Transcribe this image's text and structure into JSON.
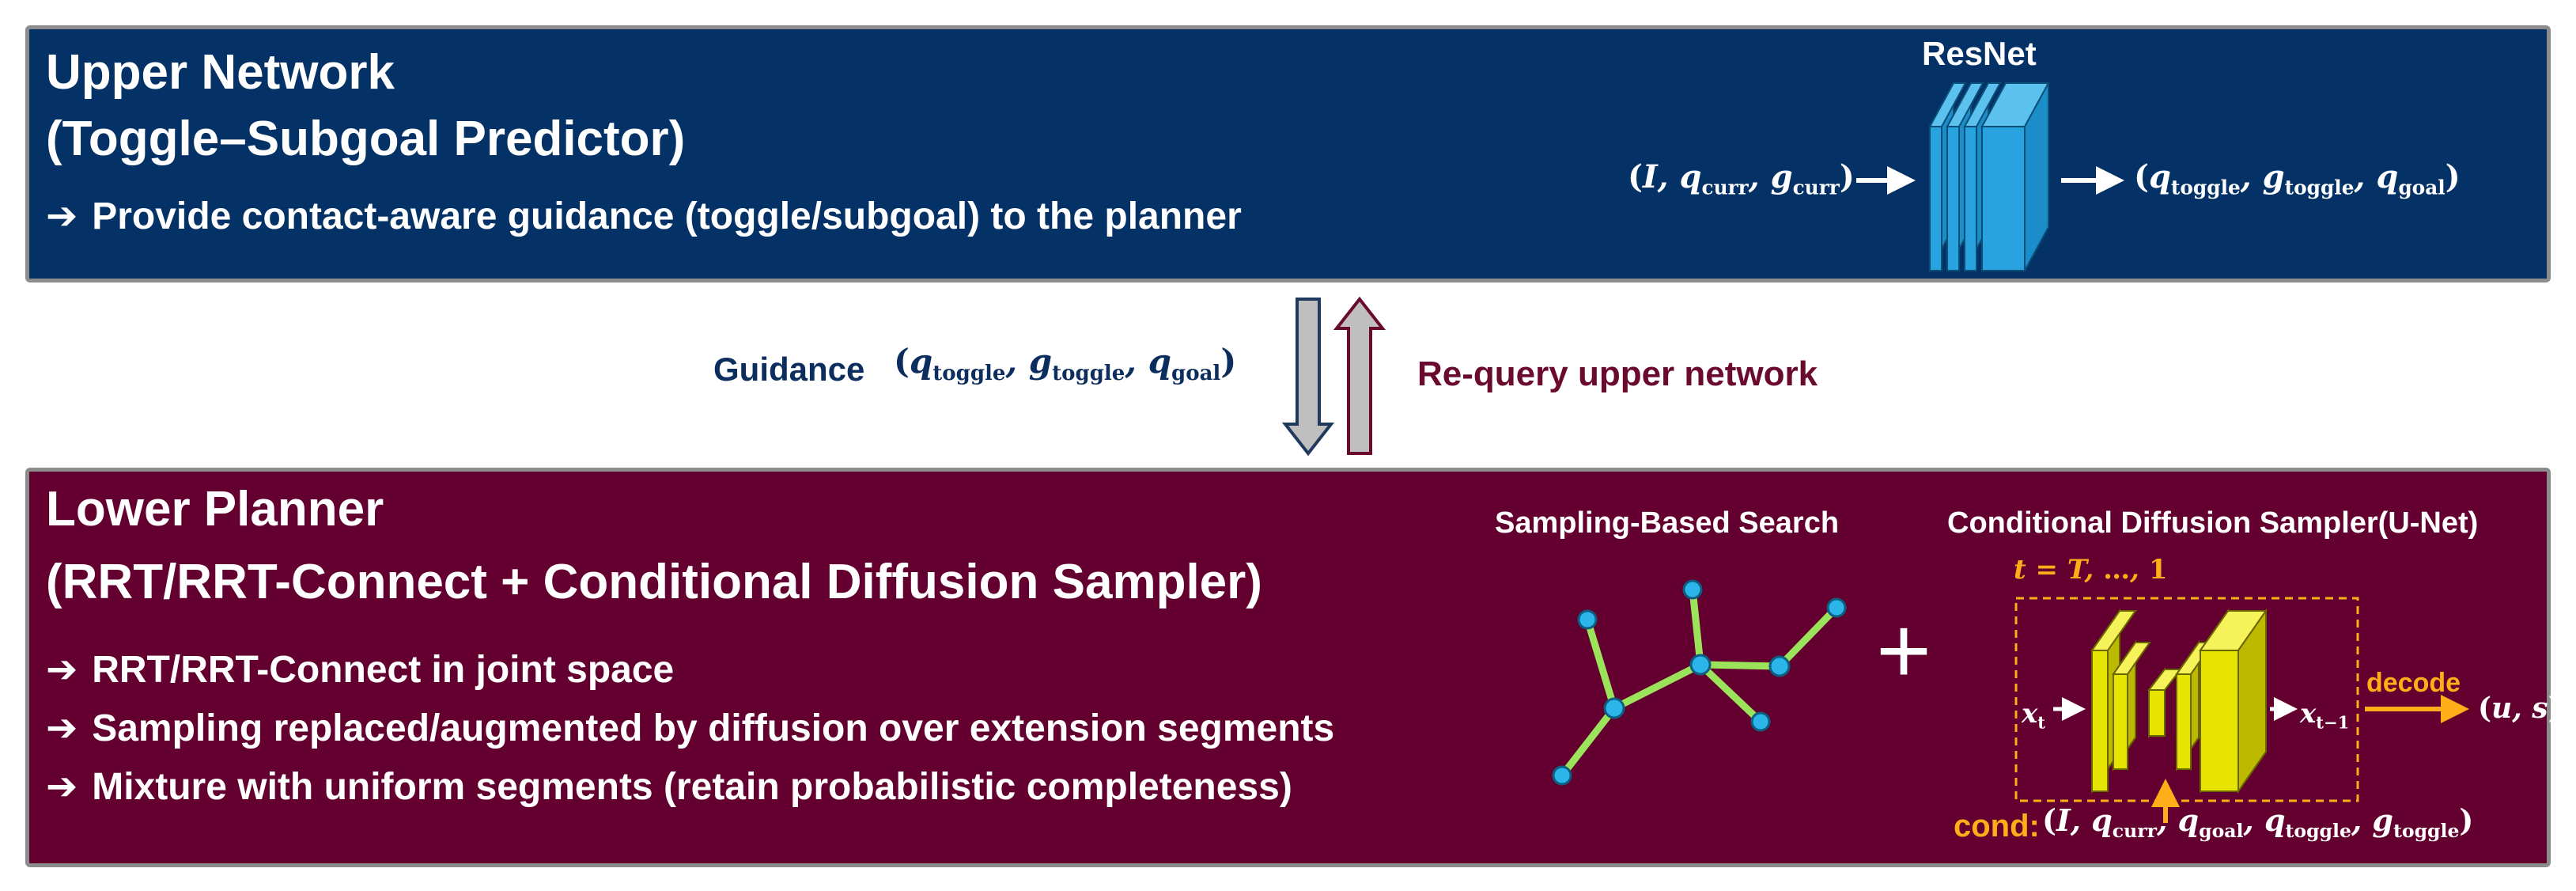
{
  "upper": {
    "title_line1": "Upper Network",
    "title_line2": "(Toggle–Subgoal Predictor)",
    "bullet_arrow": "➔",
    "bullet": "Provide contact-aware guidance (toggle/subgoal) to the planner",
    "model_label": "ResNet"
  },
  "middle": {
    "guidance_label": "Guidance",
    "requery_label": "Re-query upper network"
  },
  "lower": {
    "title_line1": "Lower Planner",
    "title_line2": "(RRT/RRT-Connect + Conditional Diffusion Sampler)",
    "bullet_arrow": "➔",
    "bullets": [
      "RRT/RRT-Connect in joint space",
      "Sampling replaced/augmented by diffusion over extension segments",
      "Mixture with uniform segments (retain probabilistic completeness)"
    ],
    "search_label": "Sampling-Based Search",
    "sampler_label": "Conditional Diffusion Sampler(U-Net)",
    "plus_symbol": "+",
    "decode_label": "decode",
    "cond_label": "cond:"
  },
  "colors": {
    "upper_bg": "#043266",
    "lower_bg": "#63002f",
    "guidance_text": "#0b2e5f",
    "requery_text": "#6b0a2f",
    "resnet_block": "#29a3e0",
    "unet_block": "#e6e400",
    "tree_edge": "#9be35a",
    "tree_node": "#2bb5e8",
    "decode_orange": "#ffae1a",
    "arrow_gray": "#bfbfbf"
  }
}
